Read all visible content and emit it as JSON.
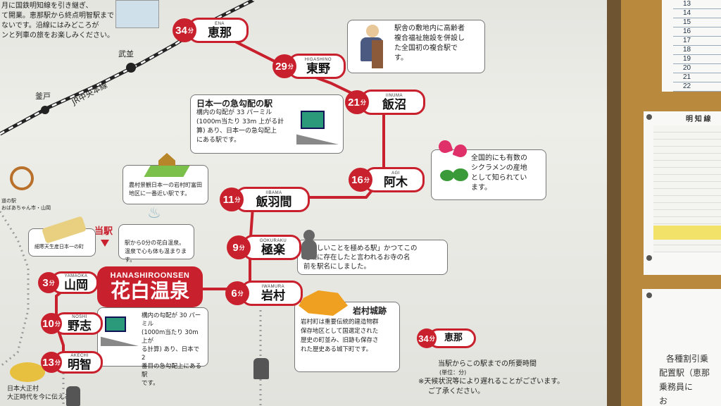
{
  "intro_lines": [
    "月に国鉄明知線を引き継ぎ、",
    "て開業。恵那駅から終点明智駅まで",
    "ないです。沿線にはみどころが",
    "ンと列車の旅をお楽しみください。"
  ],
  "jr_line": {
    "name": "JR中央本線",
    "stations": [
      "武並",
      "釜戸"
    ]
  },
  "stations": [
    {
      "num": "34",
      "unit": "分",
      "romaji": "ENA",
      "name": "恵那"
    },
    {
      "num": "29",
      "unit": "分",
      "romaji": "HIGASHINO",
      "name": "東野"
    },
    {
      "num": "21",
      "unit": "分",
      "romaji": "IINUMA",
      "name": "飯沼"
    },
    {
      "num": "16",
      "unit": "分",
      "romaji": "AGI",
      "name": "阿木"
    },
    {
      "num": "11",
      "unit": "分",
      "romaji": "IIBAMA",
      "name": "飯羽間"
    },
    {
      "num": "9",
      "unit": "分",
      "romaji": "GOKURAKU",
      "name": "極楽"
    },
    {
      "num": "6",
      "unit": "分",
      "romaji": "IWAMURA",
      "name": "岩村"
    },
    {
      "num": "3",
      "unit": "分",
      "romaji": "YAMAOKA",
      "name": "山岡"
    },
    {
      "num": "10",
      "unit": "分",
      "romaji": "NOSHI",
      "name": "野志"
    },
    {
      "num": "13",
      "unit": "分",
      "romaji": "AKECHI",
      "name": "明智"
    }
  ],
  "current": {
    "marker": "当駅",
    "romaji": "HANASHIROONSEN",
    "name": "花白温泉"
  },
  "notes": {
    "higashino": [
      "駅舎の敷地内に高齢者",
      "複合福祉施設を併設し",
      "た全国初の複合駅で",
      "す。"
    ],
    "iinuma_title": "日本一の急勾配の駅",
    "iinuma": [
      "構内の勾配が 33 パーミル",
      "(1000m当たり 33m 上がる計",
      "算) あり、日本一の急勾配上",
      "にある駅です。"
    ],
    "agi": [
      "全国的にも有数の",
      "シクラメンの産地",
      "として知られてい",
      "ます。"
    ],
    "iibama": [
      "農村景観日本一の岩村町富田",
      "地区に一番近い駅です。"
    ],
    "hanashiro": [
      "駅から0分の花白温泉。",
      "温泉で心も体も温まります。"
    ],
    "gokuraku": [
      "「楽しいことを極める駅」かつてこの",
      "地域に存在したと言われるお寺の名",
      "前を駅名にしました。"
    ],
    "noshi": [
      "構内の勾配が 30 パーミル",
      "(1000m当たり 30m 上が",
      "る計算) あり、日本で 2",
      "番目の急勾配上にある駅",
      "です。"
    ],
    "iwamura_title": "岩村城跡",
    "iwamura": [
      "岩村町は重要伝統的建造物群",
      "保存地区として国選定された",
      "歴史の町並み、旧跡も保存さ",
      "れた歴史ある城下町です。"
    ],
    "yamaoka": "細寒天生産日本一の町",
    "left_top": [
      "道の駅",
      "おばあちゃん市・山岡"
    ],
    "left_bottom": [
      "日本大正村",
      "大正時代を今に伝える"
    ]
  },
  "legend": {
    "num": "34",
    "unit": "分",
    "name": "恵那",
    "caption": "当駅からこの駅までの所要時間",
    "unit_note": "(単位：分)",
    "warning": [
      "※天候状況等により遅れることがございます。",
      "ご了承ください。"
    ]
  },
  "side": {
    "numbers": [
      "13",
      "14",
      "15",
      "16",
      "17",
      "18",
      "19",
      "20",
      "21",
      "22"
    ],
    "timetable_title": "明 知 線",
    "paper_lines": [
      "各種割引乗",
      "配置駅（恵那",
      "乗務員に",
      "お"
    ]
  },
  "colors": {
    "accent": "#c8202c",
    "board": "#eeeee9",
    "frame": "#b98a3e"
  }
}
